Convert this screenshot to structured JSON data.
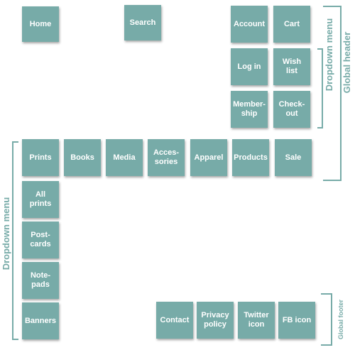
{
  "tiles": {
    "home": "Home",
    "search": "Search",
    "account": "Account",
    "cart": "Cart",
    "login": "Log in",
    "wishlist": "Wish\nlist",
    "membership": "Member-\nship",
    "checkout": "Check-\nout",
    "prints": "Prints",
    "books": "Books",
    "media": "Media",
    "accessories": "Acces-\nsories",
    "apparel": "Apparel",
    "products": "Products",
    "sale": "Sale",
    "all_prints": "All\nprints",
    "postcards": "Post-\ncards",
    "notepads": "Note-\npads",
    "banners": "Banners",
    "contact": "Contact",
    "privacy": "Privacy\npolicy",
    "twitter": "Twitter\nicon",
    "fb": "FB icon"
  },
  "labels": {
    "dropdown_menu_top": "Dropdown menu",
    "global_header": "Global header",
    "dropdown_menu_left": "Dropdown menu",
    "global_footer": "Global footer"
  },
  "colors": {
    "tile": "#77aba8",
    "text": "#ffffff"
  }
}
